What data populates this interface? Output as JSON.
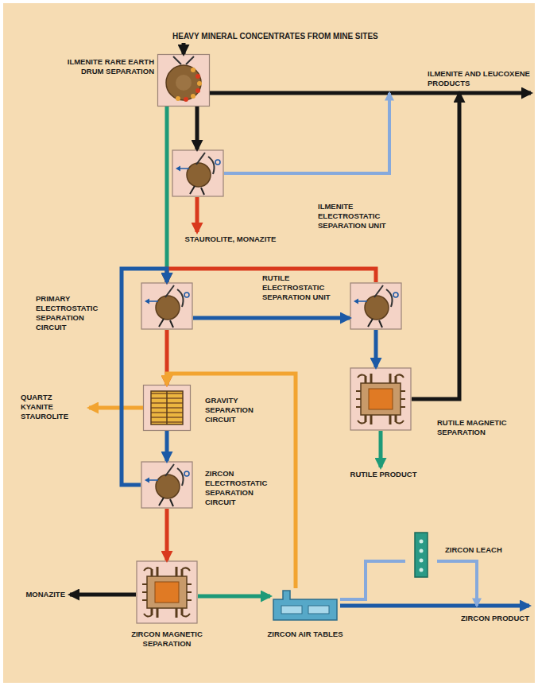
{
  "diagram": {
    "nodes": [
      {
        "text": [
          "HEAVY MINERAL CONCENTRATES FROM MINE SITES"
        ]
      },
      {
        "text": [
          "ILMENITE RARE EARTH DRUM SEPARATION"
        ]
      },
      {
        "text": [
          "ILMENITE AND LEUCOXENE PRODUCTS"
        ]
      },
      {
        "text": [
          "ILMENITE ELECTROSTATIC SEPARATION UNIT"
        ]
      },
      {
        "text": [
          "STAUROLITE, MONAZITE"
        ]
      },
      {
        "text": [
          "PRIMARY ELECTROSTATIC SEPARATION CIRCUIT"
        ]
      },
      {
        "text": [
          "RUTILE ELECTROSTATIC SEPARATION UNIT"
        ]
      },
      {
        "text": [
          "RUTILE MAGNETIC SEPARATION"
        ]
      },
      {
        "text": [
          "RUTILE PRODUCT"
        ]
      },
      {
        "text": [
          "QUARTZ KYANITE STAUROLITE"
        ]
      },
      {
        "text": [
          "GRAVITY SEPARATION CIRCUIT"
        ]
      },
      {
        "text": [
          "ZIRCON ELECTROSTATIC SEPARATION CIRCUIT"
        ]
      },
      {
        "text": [
          "ZIRCON MAGNETIC SEPARATION"
        ]
      },
      {
        "text": [
          "MONAZITE"
        ]
      },
      {
        "text": [
          "ZIRCON AIR TABLES"
        ]
      },
      {
        "text": [
          "ZIRCON LEACH"
        ]
      },
      {
        "text": [
          "ZIRCON PRODUCT"
        ]
      }
    ],
    "edges": [
      {
        "from": 0,
        "to": 1,
        "arrow": "to"
      },
      {
        "from": 1,
        "to": 2,
        "arrow": "to"
      },
      {
        "from": 1,
        "to": 3,
        "arrow": "to"
      },
      {
        "from": 1,
        "to": 5,
        "arrow": "to"
      },
      {
        "from": 3,
        "to": 2,
        "arrow": "to"
      },
      {
        "from": 3,
        "to": 4,
        "arrow": "to"
      },
      {
        "from": 5,
        "to": 6,
        "arrow": "to"
      },
      {
        "from": 6,
        "to": 5,
        "arrow": "to"
      },
      {
        "from": 6,
        "to": 7,
        "arrow": "to"
      },
      {
        "from": 7,
        "to": 2,
        "arrow": "to"
      },
      {
        "from": 7,
        "to": 8,
        "arrow": "to"
      },
      {
        "from": 5,
        "to": 10,
        "arrow": "to"
      },
      {
        "from": 10,
        "to": 9,
        "arrow": "to"
      },
      {
        "from": 10,
        "to": 11,
        "arrow": "to"
      },
      {
        "from": 11,
        "to": 5,
        "arrow": "to"
      },
      {
        "from": 11,
        "to": 12,
        "arrow": "to"
      },
      {
        "from": 12,
        "to": 13,
        "arrow": "to"
      },
      {
        "from": 12,
        "to": 14,
        "arrow": "to"
      },
      {
        "from": 14,
        "to": 10,
        "arrow": "to"
      },
      {
        "from": 14,
        "to": 16,
        "arrow": "to"
      },
      {
        "from": 14,
        "to": 15,
        "arrow": "none"
      },
      {
        "from": 15,
        "to": 16,
        "arrow": "to"
      }
    ]
  }
}
